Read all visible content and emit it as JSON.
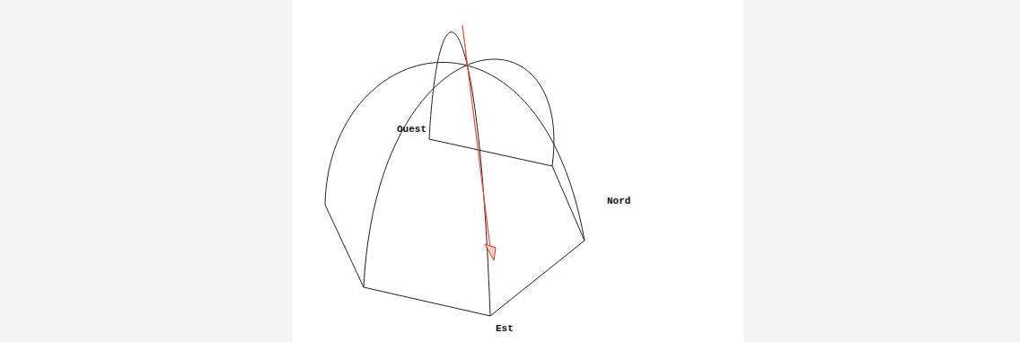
{
  "diagram": {
    "labels": [
      "Ouest",
      "Nord",
      "Est"
    ]
  }
}
